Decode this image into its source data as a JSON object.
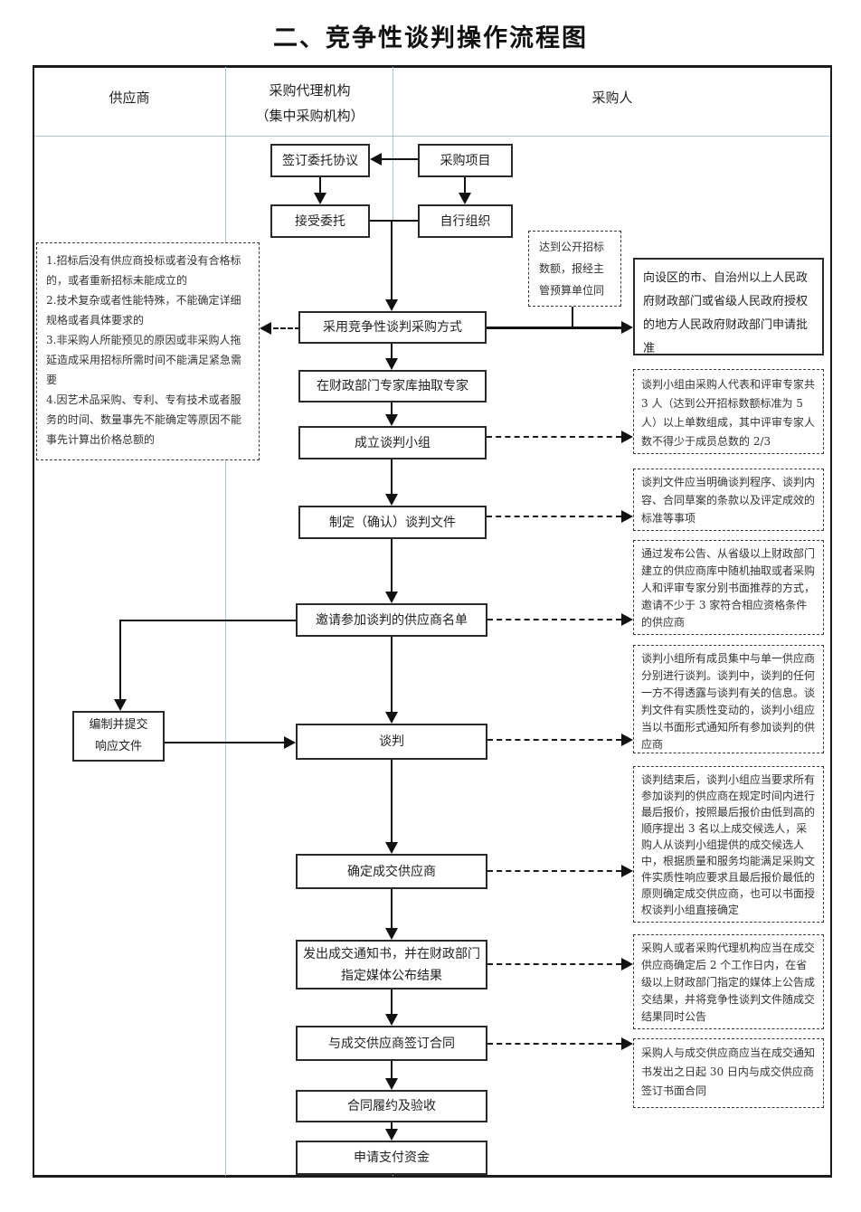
{
  "title": "二、竞争性谈判操作流程图",
  "header": {
    "supplier": "供应商",
    "agency_line1": "采购代理机构",
    "agency_line2": "（集中采购机构）",
    "purchaser": "采购人"
  },
  "flow": {
    "sign_agreement": "签订委托协议",
    "procurement_project": "采购项目",
    "accept_entrustment": "接受委托",
    "self_organize": "自行组织",
    "adopt_method": "采用竞争性谈判采购方式",
    "extract_experts": "在财政部门专家库抽取专家",
    "form_group": "成立谈判小组",
    "prepare_documents": "制定（确认）谈判文件",
    "invite_list": "邀请参加谈判的供应商名单",
    "prepare_response_line1": "编制并提交",
    "prepare_response_line2": "响应文件",
    "negotiate": "谈判",
    "determine_supplier": "确定成交供应商",
    "issue_notice": "发出成交通知书，并在财政部门指定媒体公布结果",
    "sign_contract": "与成交供应商签订合同",
    "contract_performance": "合同履约及验收",
    "apply_payment": "申请支付资金"
  },
  "left_notes": {
    "conditions": [
      "1.招标后没有供应商投标或者没有合格标的，或者重新招标未能成立的",
      "2.技术复杂或者性能特殊，不能确定详细规格或者具体要求的",
      "3.非采购人所能预见的原因或非采购人拖延造成采用招标所需时间不能满足紧急需要",
      "4.因艺术品采购、专利、专有技术或者服务的时间、数量事先不能确定等原因不能事先计算出价格总额的"
    ]
  },
  "right_notes": {
    "threshold": "达到公开招标数额，报经主管预算单位同",
    "approval": "向设区的市、自治州以上人民政府财政部门或省级人民政府授权的地方人民政府财政部门申请批准",
    "group": "谈判小组由采购人代表和评审专家共 3 人（达到公开招标数额标准为 5 人）以上单数组成，其中评审专家人数不得少于成员总数的 2/3",
    "documents": "谈判文件应当明确谈判程序、谈判内容、合同草案的条款以及评定成效的标准等事项",
    "invitation": "通过发布公告、从省级以上财政部门建立的供应商库中随机抽取或者采购人和评审专家分别书面推荐的方式，邀请不少于 3 家符合相应资格条件的供应商",
    "negotiation": "谈判小组所有成员集中与单一供应商分别进行谈判。谈判中，谈判的任何一方不得透露与谈判有关的信息。谈判文件有实质性变动的，谈判小组应当以书面形式通知所有参加谈判的供应商",
    "final_quote": "谈判结束后，谈判小组应当要求所有参加谈判的供应商在规定时间内进行最后报价，按照最后报价由低到高的顺序提出 3 名以上成交候选人，采购人从谈判小组提供的成交候选人中，根据质量和服务均能满足采购文件实质性响应要求且最后报价最低的原则确定成交供应商，也可以书面授权谈判小组直接确定",
    "announcement": "采购人或者采购代理机构应当在成交供应商确定后 2 个工作日内，在省级以上财政部门指定的媒体上公告成交结果，并将竞争性谈判文件随成交结果同时公告",
    "contract": "采购人与成交供应商应当在成交通知书发出之日起 30 日内与成交供应商签订书面合同"
  }
}
